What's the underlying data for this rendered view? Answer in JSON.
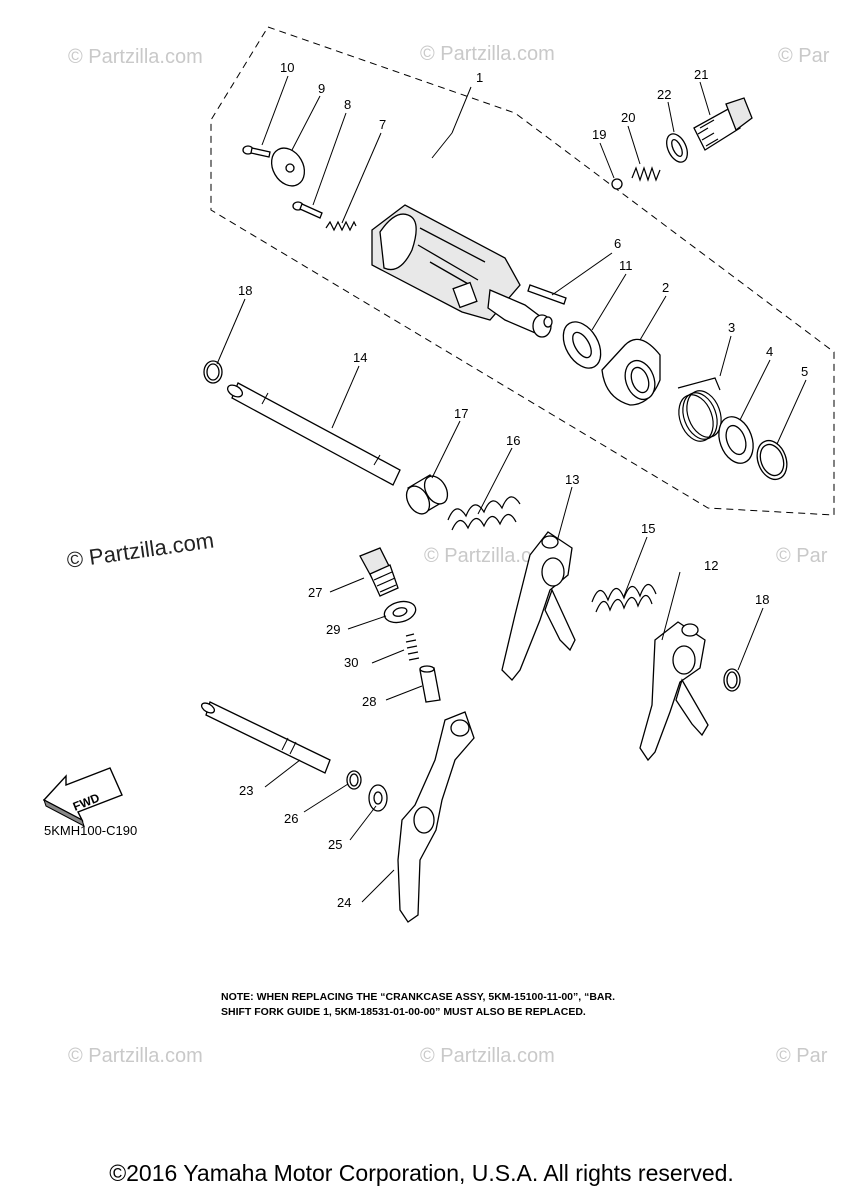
{
  "watermark": {
    "small": "© Partzilla.com",
    "small_cut": "© Par",
    "large": "© Partzilla.com"
  },
  "callouts": [
    "1",
    "2",
    "3",
    "4",
    "5",
    "6",
    "7",
    "8",
    "9",
    "10",
    "11",
    "12",
    "13",
    "14",
    "15",
    "16",
    "17",
    "18",
    "18",
    "19",
    "20",
    "21",
    "22",
    "23",
    "24",
    "25",
    "26",
    "27",
    "28",
    "29",
    "30"
  ],
  "fwd_label": "FWD",
  "diagram_code": "5KMH100-C190",
  "note": {
    "line1": "NOTE: WHEN REPLACING THE “CRANKCASE ASSY, 5KM-15100-11-00”, “BAR.",
    "line2": "SHIFT FORK GUIDE 1, 5KM-18531-01-00-00” MUST ALSO BE REPLACED."
  },
  "copyright": "©2016 Yamaha Motor Corporation, U.S.A. All rights reserved."
}
